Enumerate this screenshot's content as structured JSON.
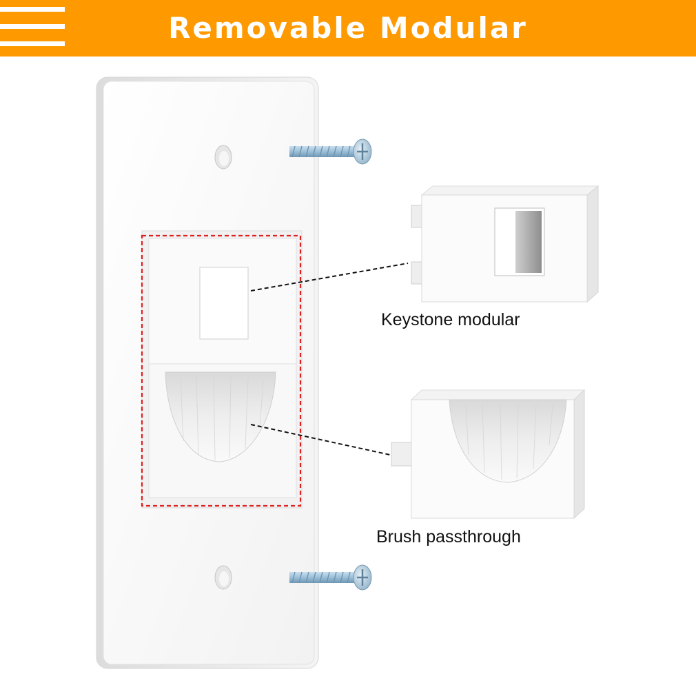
{
  "banner": {
    "title": "Removable Modular",
    "background_color": "#ff9900",
    "menu_icon": "hamburger-menu-icon"
  },
  "callouts": {
    "keystone_label": "Keystone modular",
    "brush_label": "Brush passthrough"
  },
  "colors": {
    "highlight_dash": "#e02020",
    "leader_line": "#111111",
    "plate": "#ffffff"
  }
}
